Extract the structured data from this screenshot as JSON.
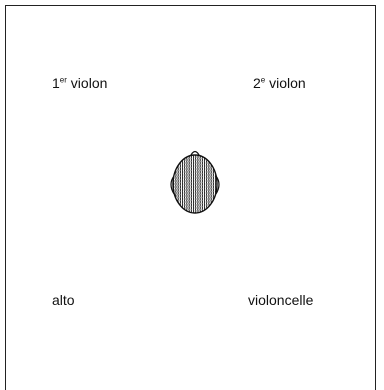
{
  "positions": {
    "violin1": {
      "number": "1",
      "suffix": "er",
      "name": " violon"
    },
    "violin2": {
      "number": "2",
      "suffix": "e",
      "name": " violon"
    },
    "viola": {
      "label": "alto"
    },
    "cello": {
      "label": "violoncelle"
    }
  },
  "listener_icon": "head-top-view-icon"
}
